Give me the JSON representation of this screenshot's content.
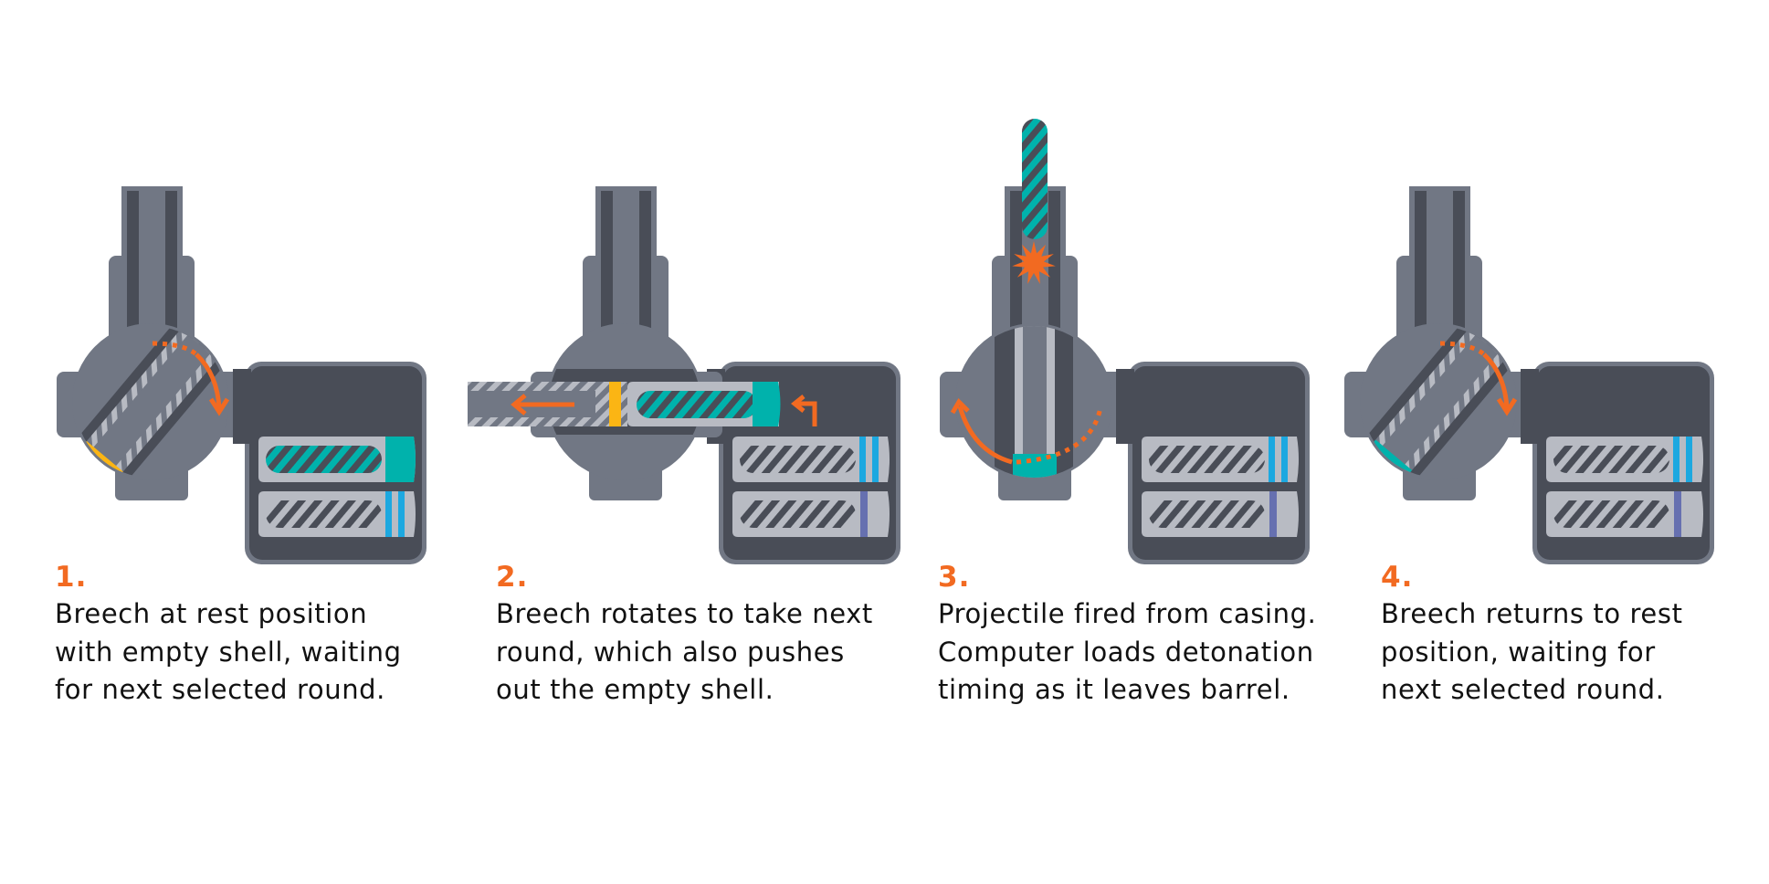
{
  "colors": {
    "housing": "#717784",
    "housing_dark": "#494d57",
    "shell_light": "#b8bbc3",
    "teal": "#00b2ac",
    "blue": "#1ca8e0",
    "violet": "#6670b0",
    "yellow": "#fbb514",
    "orange": "#f26a21",
    "text": "#111111"
  },
  "steps": [
    {
      "number": "1.",
      "lines": [
        "Breech at rest position",
        "with empty shell, waiting",
        "for next selected round."
      ],
      "state": "rest-with-empty-shell"
    },
    {
      "number": "2.",
      "lines": [
        "Breech rotates to take next",
        "round, which also pushes",
        "out the empty shell."
      ],
      "state": "rotate-and-eject"
    },
    {
      "number": "3.",
      "lines": [
        "Projectile fired from casing.",
        "Computer loads detonation",
        "timing as it leaves barrel."
      ],
      "state": "fire"
    },
    {
      "number": "4.",
      "lines": [
        "Breech returns to rest",
        "position, waiting for",
        "next selected round."
      ],
      "state": "rest-with-empty-shell"
    }
  ]
}
